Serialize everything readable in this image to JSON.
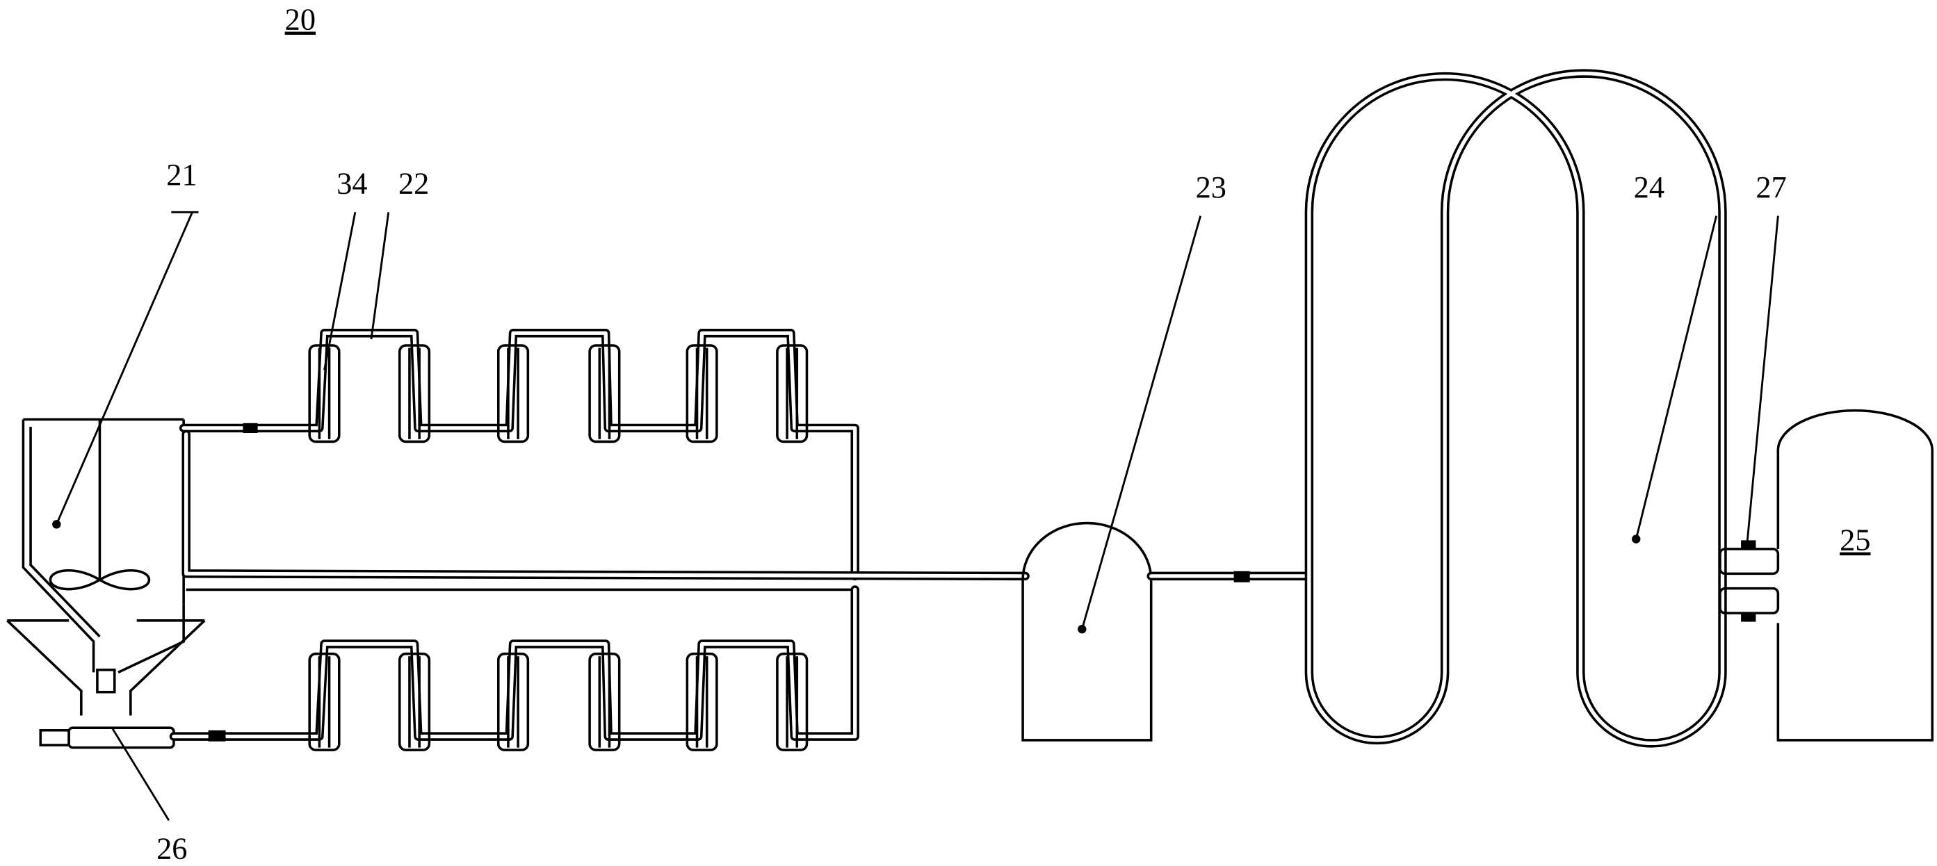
{
  "figure_number": "20",
  "labels": {
    "mixing_tank": "21",
    "coil": "34",
    "reactor_pipeline": "22",
    "buffer_tank": "23",
    "serpentine_pipe": "24",
    "storage_tank": "25",
    "outlet": "26",
    "valve": "27"
  },
  "colors": {
    "line": "#000000",
    "background": "#ffffff"
  }
}
